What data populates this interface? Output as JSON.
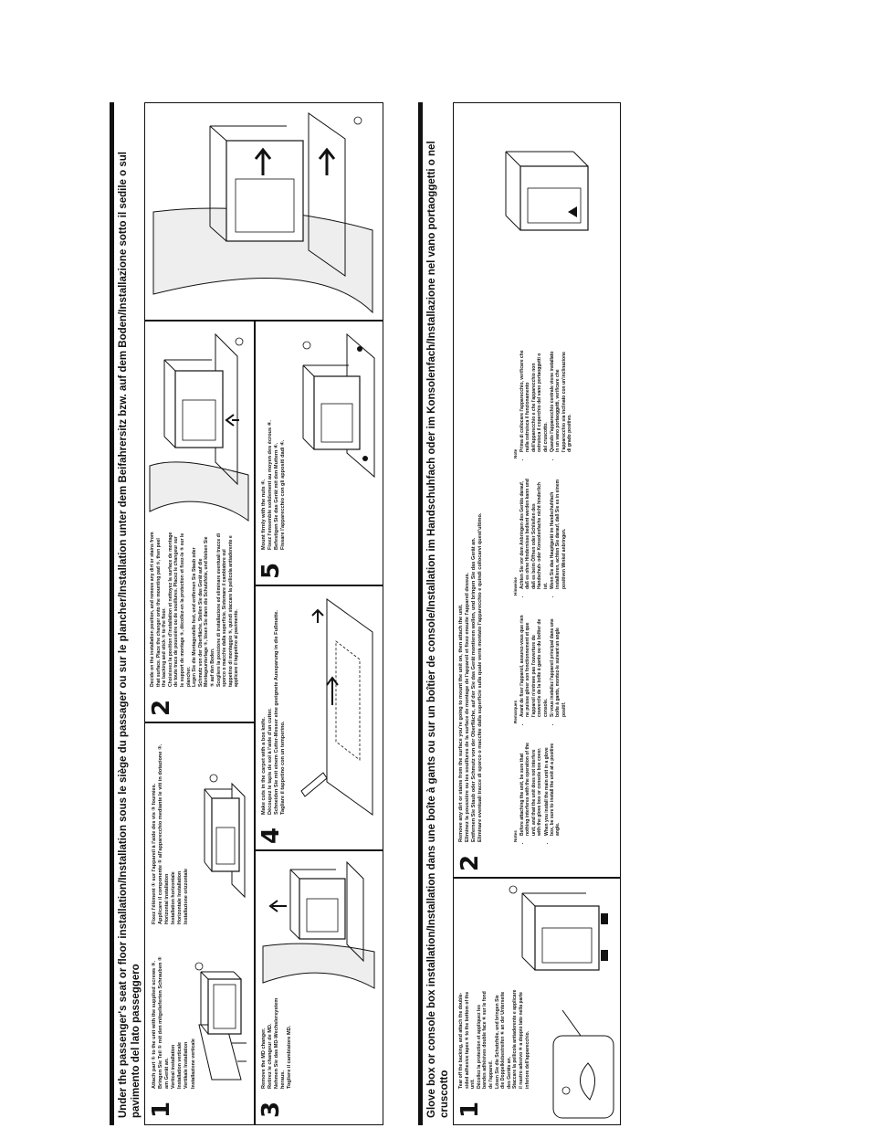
{
  "section1": {
    "title": "Under the passenger's seat or floor installation/Installation sous le siège du passager ou sur le plancher/Installation unter dem Beifahrersitz bzw. auf dem Boden/Installazione sotto il sedile o sul pavimento del lato passeggero",
    "steps": [
      {
        "number": "1",
        "text": [
          "Attach part ① to the unit with the supplied screws ③.",
          "Bringen Sie Teil ① mit den mitgelieferten Schrauben ③ am Gerät an.",
          "Vertical installation",
          "Installation verticale",
          "Vertikale Installation",
          "Installazione verticale",
          "Fixez l'élément ① sur l'appareil à l'aide des vis ③ fournies.",
          "Applicare il componente ① all'apparecchio mediante le viti in dotazione ③.",
          "Horizontal installation",
          "Installation horizontale",
          "Horizontale Installation",
          "Installazione orizzontale"
        ]
      },
      {
        "number": "2",
        "text": [
          "Decide on the installation position, and remove any dirt or stains from that surface. Place the changer onto the mounting pad ⑤, then peel the backing and stick ⑤ to the floor.",
          "Choisissez la position d'installation et nettoyez la surface de montage de toute trace de poussière ou de souillures. Placez le changeur sur le support de montage ⑤, décollez-en la protection et fixez-le ⑤ sur le plancher.",
          "Legen Sie die Montagestelle fest, und entfernen Sie Staub oder Schmutz von der Oberfläche. Stellen Sie das Gerät auf die Montageunterlage ⑤, lösen Sie dann die Schutzfolie, und kleben Sie ⑤ auf den Boden.",
          "Scegliere la posizione di installazione ed eliminare eventuali tracce di sporco o macchie dalla superficie. Sistemare il cambiatore sul tappetino di montaggio ⑤, quindi staccare la pellicola antiaderente e applicare il tappetino al pavimento."
        ]
      },
      {
        "number": "3",
        "text": [
          "Remove the MD changer.",
          "Retirez le changeur de MD.",
          "Nehmen Sie das MD-Wechslersystem heraus.",
          "Togliere il cambiatore MD."
        ]
      },
      {
        "number": "4",
        "text": [
          "Make cuts in the carpet with a box knife.",
          "Découpez le tapis de sol à l'aide d'un cutter.",
          "Schneiden Sie mit einem Cutter-Messer eine geeignete Aussparung in die Fußmatte.",
          "Tagliare il tappetino con un temperino."
        ]
      },
      {
        "number": "5",
        "text": [
          "Mount firmly with the nuts ④.",
          "Fixez l'ensemble solidement au moyen des écrous ④.",
          "Befestigen Sie das Gerät mit den Muttern ④.",
          "Fissare l'apparecchio con gli appositi dadi ④."
        ]
      }
    ]
  },
  "section2": {
    "title": "Glove box or console box installation/Installation dans une boîte à gants ou sur un boîtier de console/Installation im Handschuhfach oder im Konsolenfach/Installazione nel vano portaoggetti o nel cruscotto",
    "step1": {
      "number": "1",
      "text": [
        "Tear off the backing, and attach the double-sided adhesive tapes ⑥ to the bottom of the unit.",
        "Décollez la protection et appliquez les bandes adhésives double face ⑥ sur le fond de l'appareil.",
        "Lösen Sie die Schutzfolie, und bringen Sie die Doppelklebestreifen ⑥ an der Unterseite des Geräts an.",
        "Staccare la pellicola antiaderente e applicare il nastro adesivo ⑥ a doppio lato nella parte inferiore dell'apparecchio."
      ]
    },
    "step2": {
      "number": "2",
      "text": [
        "Remove any dirt or stains from the surface you're going to mount the unit on, then attach the unit.",
        "Eliminez la poussière ou les souillures de la surface de montage de l'appareil et fixez ensuite l'appareil dessus.",
        "Entfernen Sie Staub oder Schmutz von der Oberfläche, auf der Sie das Gerät montieren wollen, und bringen Sie das Gerät an.",
        "Eliminare eventuali tracce di sporco o macchie dalla superficie sulla quale verrà montato l'apparecchio e quindi collocarvi quest'ultimo."
      ],
      "notes": [
        {
          "heading": "Notes",
          "items": [
            "Before attaching the unit, be sure that nothing interferes with the operation of the unit, and that the unit does not interfere with the glove box or console box cover.",
            "When you install the main unit in a glove box, be sure to install the unit at a positive angle."
          ]
        },
        {
          "heading": "Remarques",
          "items": [
            "Avant de fixer l'appareil, assurez-vous que rien ne puisse gêner son fonctionnement et que l'appareil n'entrave pas l'ouverture du couvercle de la boîte à gants ou du boîtier de console.",
            "Si vous installez l'appareil principal dans une boîte à gants, montez-le suivant un angle positif."
          ]
        },
        {
          "heading": "Hinweise",
          "items": [
            "Achten Sie vor dem Anbringen des Geräts darauf, daß es ohne Hindernisse bedient werden kann und daß es beim Öffnen oder Schließen des Handschuh- oder Konsolenfachs nicht hinderlich ist.",
            "Wenn Sie das Hauptgerät im Handschuhfach installieren, achten Sie darauf, daß Sie es in einem positiven Winkel anbringen."
          ]
        },
        {
          "heading": "Note",
          "items": [
            "Prima di collocare l'apparecchio, verificare che nulla ostruisca il funzionamento dell'apparecchio e che l'apparecchio non ostruisca il coperchio del vano portaoggetti o del cruscotto.",
            "Quando l'apparecchio centrale viene installato in un vano portaoggetti, verificare che l'apparecchio sia inclinato con un'inclinazione di grado positivo."
          ]
        }
      ]
    }
  }
}
